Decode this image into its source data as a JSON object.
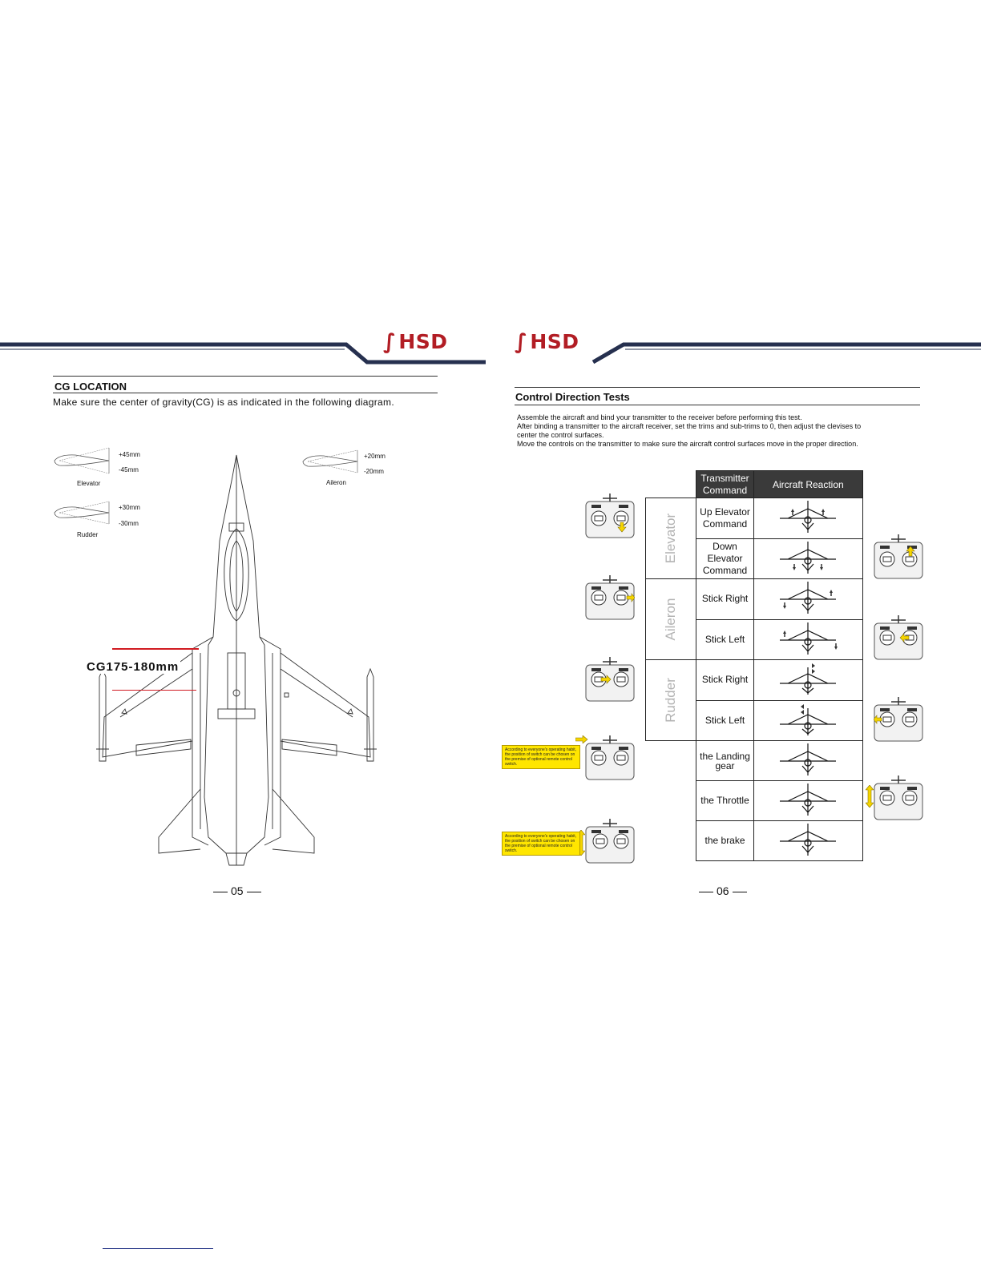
{
  "brand": {
    "left_logo": "HSD",
    "right_logo": "HSD",
    "color": "#b21d24",
    "band_color": "#26304f"
  },
  "left_page": {
    "title": "CG LOCATION",
    "instruction": "Make sure the center of gravity(CG) is as indicated in the following diagram.",
    "surfaces": {
      "elevator": {
        "name": "Elevator",
        "up": "+45mm",
        "down": "-45mm"
      },
      "aileron": {
        "name": "Aileron",
        "up": "+20mm",
        "down": "-20mm"
      },
      "rudder": {
        "name": "Rudder",
        "up": "+30mm",
        "down": "-30mm"
      }
    },
    "cg_label": "CG175-180mm",
    "page_number": "05"
  },
  "right_page": {
    "title": "Control Direction Tests",
    "paragraph_1": "Assemble the aircraft and bind your transmitter to the receiver before performing this test.",
    "paragraph_2a": "After binding a transmitter to the aircraft receiver, set the trims and sub-trims to 0, then adjust the clevises to",
    "paragraph_2b": "center the control surfaces.",
    "paragraph_3": "Move the controls on the transmitter to make sure the aircraft control surfaces move in the proper direction.",
    "table": {
      "header_command_1": "Transmitter",
      "header_command_2": "Command",
      "header_reaction": "Aircraft Reaction",
      "group_elevator": "Elevator",
      "group_aileron": "Aileron",
      "group_rudder": "Rudder",
      "row_up_elevator_1": "Up Elevator",
      "row_up_elevator_2": "Command",
      "row_down_elevator_1": "Down",
      "row_down_elevator_2": "Elevator",
      "row_down_elevator_3": "Command",
      "row_aileron_right": "Stick Right",
      "row_aileron_left": "Stick Left",
      "row_rudder_right": "Stick Right",
      "row_rudder_left": "Stick Left",
      "row_landing_gear_1": "the Landing",
      "row_landing_gear_2": "gear",
      "row_throttle": "the Throttle",
      "row_brake": "the brake"
    },
    "note_1": "According to everyone's operating habit, the position of switch can be chosen on the premise of optional remote control switch.",
    "note_2": "According to everyone's operating habit, the position of switch can be chosen on the premise of optional remote control switch.",
    "page_number": "06"
  }
}
